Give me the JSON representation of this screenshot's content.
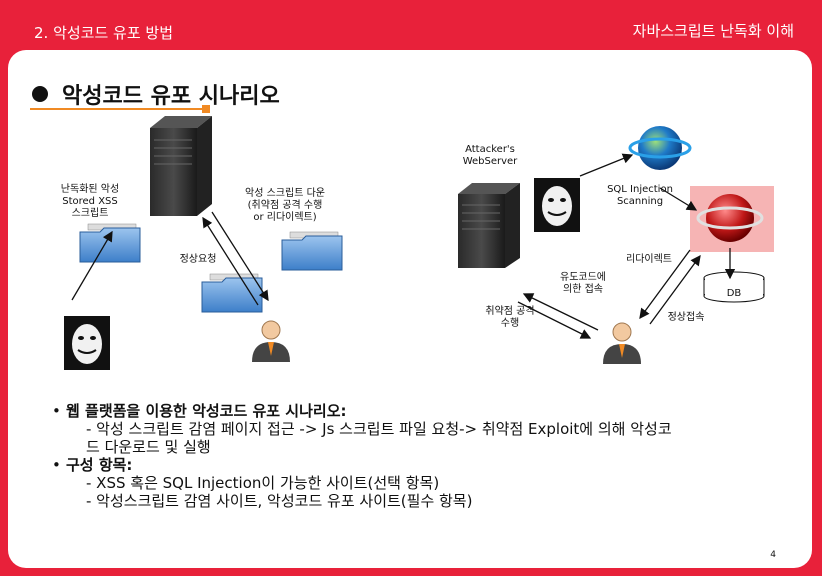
{
  "header": {
    "left": "2. 악성코드 유포 방법",
    "right": "자바스크립트 난독화 이해"
  },
  "section_title": "악성코드 유포 시나리오",
  "diagram": {
    "infected_label": [
      "난독화된 악성",
      "Stored XSS",
      "스크립트"
    ],
    "download_label": [
      "악성 스크립트 다운",
      "(취약점 공격 수행",
      "or 리다이렉트)"
    ],
    "normal_request": "정상요청",
    "attacker_server": [
      "Attacker's",
      "WebServer"
    ],
    "sql_injection": [
      "SQL Injection",
      "Scanning"
    ],
    "redirect": "리다이렉트",
    "lure": [
      "유도코드에",
      "의한 접속"
    ],
    "db": "DB",
    "vuln_attack": [
      "취약점 공격",
      "수행"
    ],
    "normal_access": "정상접속"
  },
  "bullets": [
    {
      "head": "웹 플랫폼을 이용한 악성코드 유포 시나리오:",
      "lines": [
        "- 악성 스크립트 감염 페이지 접근 -> Js 스크립트 파일 요청-> 취약점 Exploit에 의해 악성코",
        "드 다운로드 및 실행"
      ]
    },
    {
      "head": "구성 항목:",
      "lines": [
        "- XSS 혹은 SQL Injection이 가능한 사이트(선택 항목)",
        "- 악성스크립트 감염 사이트, 악성코드 유포 사이트(필수 항목)"
      ]
    }
  ],
  "page_number": "4",
  "colors": {
    "frame": "#e8213a",
    "accent": "#f08a24"
  }
}
